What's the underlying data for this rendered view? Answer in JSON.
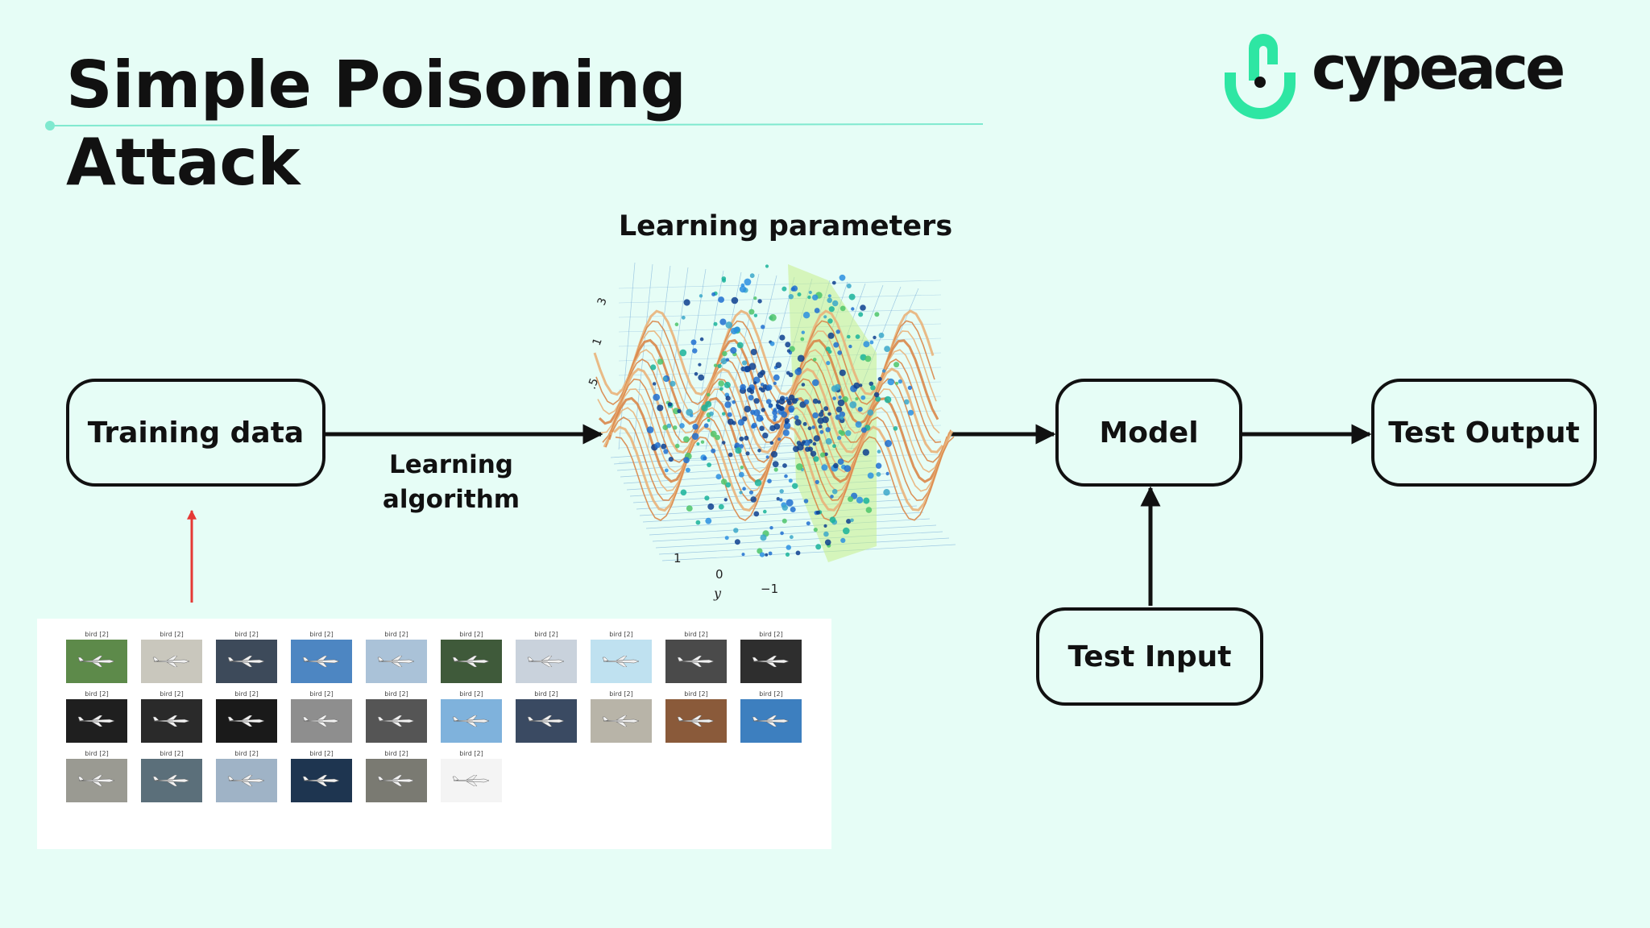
{
  "slide": {
    "title_line1": "Simple Poisoning",
    "title_line2": "Attack",
    "colors": {
      "background": "#e6fdf6",
      "accent": "#2ee6a3",
      "rule": "#7fe9cf",
      "arrow_red": "#e53935"
    }
  },
  "logo": {
    "text": "cypeace",
    "icon": "cypeace-logo-icon"
  },
  "diagram": {
    "training_data": "Training data",
    "learning_algorithm": [
      "Learning",
      "algorithm"
    ],
    "learning_parameters": "Learning parameters",
    "model": "Model",
    "test_output": "Test Output",
    "test_input": "Test Input"
  },
  "plot": {
    "axis_tick_labels_z": [
      "3",
      "1",
      ".5"
    ],
    "axis_tick_labels_y": [
      "1",
      "0",
      "−1"
    ],
    "axis_label_y": "y"
  },
  "dataset": {
    "rows": [
      [
        "bird [2]",
        "bird [2]",
        "bird [2]",
        "bird [2]",
        "bird [2]",
        "bird [2]",
        "bird [2]",
        "bird [2]",
        "bird [2]",
        "bird [2]"
      ],
      [
        "bird [2]",
        "bird [2]",
        "bird [2]",
        "bird [2]",
        "bird [2]",
        "bird [2]",
        "bird [2]",
        "bird [2]",
        "bird [2]",
        "bird [2]"
      ],
      [
        "bird [2]",
        "bird [2]",
        "bird [2]",
        "bird [2]",
        "bird [2]",
        "bird [2]"
      ]
    ],
    "tile_backgrounds": [
      [
        "#5d8a4a",
        "#c9c7bd",
        "#3d4a5a",
        "#4d86c2",
        "#aac2d8",
        "#3f5a3a",
        "#c9d2dc",
        "#bfe1f0",
        "#4a4a4a",
        "#2e2e2e"
      ],
      [
        "#1f1f1f",
        "#2a2a2a",
        "#1a1a1a",
        "#8e8e8e",
        "#555555",
        "#7fb2dc",
        "#3a4a62",
        "#b8b4a8",
        "#8a5a3a",
        "#3d7fbf"
      ],
      [
        "#9a9a92",
        "#5b6f7a",
        "#9fb3c6",
        "#1e3550",
        "#7a7a72",
        "#f4f4f4"
      ]
    ]
  }
}
